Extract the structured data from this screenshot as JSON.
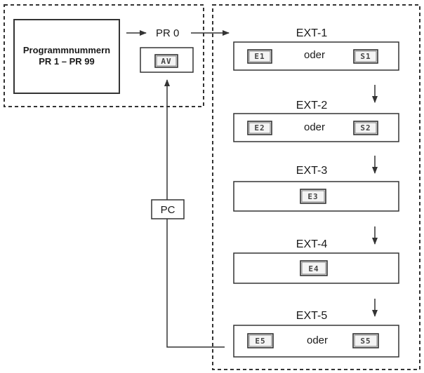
{
  "program_box": {
    "line1": "Programmnummern",
    "line2": "PR 1 – PR 99"
  },
  "pr0_label": "PR 0",
  "av_key": "AV",
  "pc_label": "PC",
  "or_word": "oder",
  "ext_blocks": [
    {
      "title": "EXT-1",
      "left_key": "E1",
      "right_key": "S1"
    },
    {
      "title": "EXT-2",
      "left_key": "E2",
      "right_key": "S2"
    },
    {
      "title": "EXT-3",
      "left_key": "E3"
    },
    {
      "title": "EXT-4",
      "left_key": "E4"
    },
    {
      "title": "EXT-5",
      "left_key": "E5",
      "right_key": "S5"
    }
  ]
}
